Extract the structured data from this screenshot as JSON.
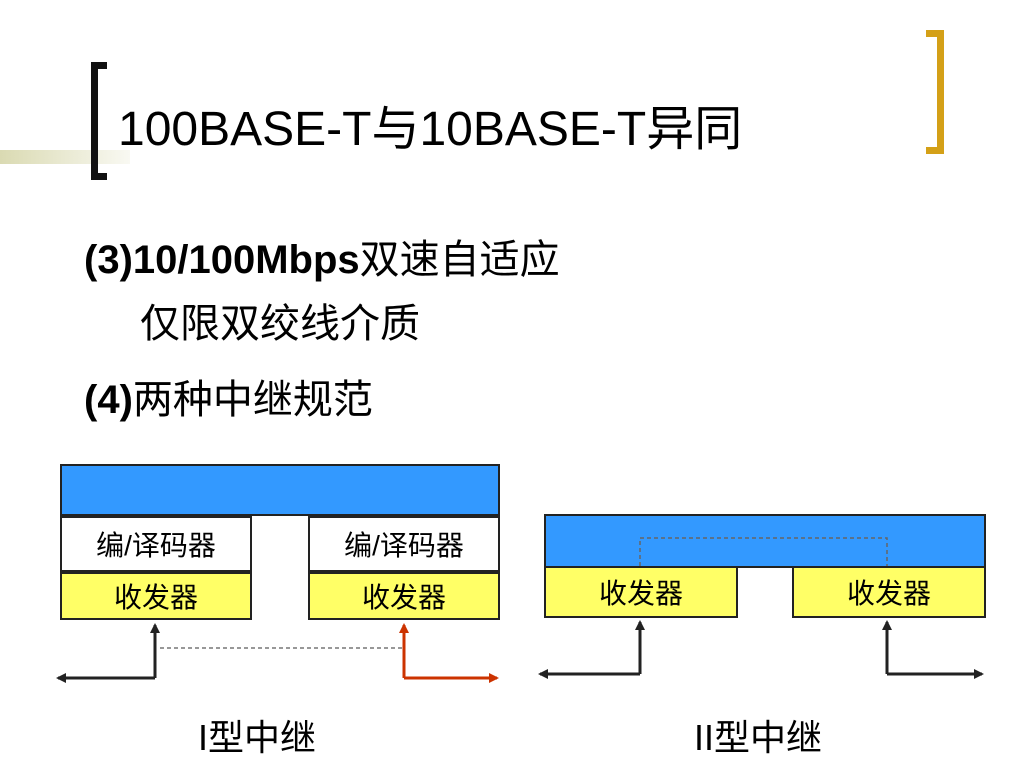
{
  "slide": {
    "title": "100BASE-T与10BASE-T异同",
    "bullets": [
      {
        "prefix": "(3)10/100Mbps",
        "text": "双速自适应"
      },
      {
        "prefix": "",
        "text": "仅限双绞线介质"
      },
      {
        "prefix": "(4)",
        "text": "两种中继规范"
      }
    ]
  },
  "diagram": {
    "type1": {
      "codec_label_left": "编/译码器",
      "codec_label_right": "编/译码器",
      "transceiver_left": "收发器",
      "transceiver_right": "收发器",
      "caption": "I型中继"
    },
    "type2": {
      "transceiver_left": "收发器",
      "transceiver_right": "收发器",
      "caption": "II型中继"
    },
    "colors": {
      "bus_blue": "#3399FF",
      "transceiver_yellow": "#FFFF66",
      "signal_path_red": "#CC3300",
      "bracket_gold": "#D4A017"
    }
  }
}
